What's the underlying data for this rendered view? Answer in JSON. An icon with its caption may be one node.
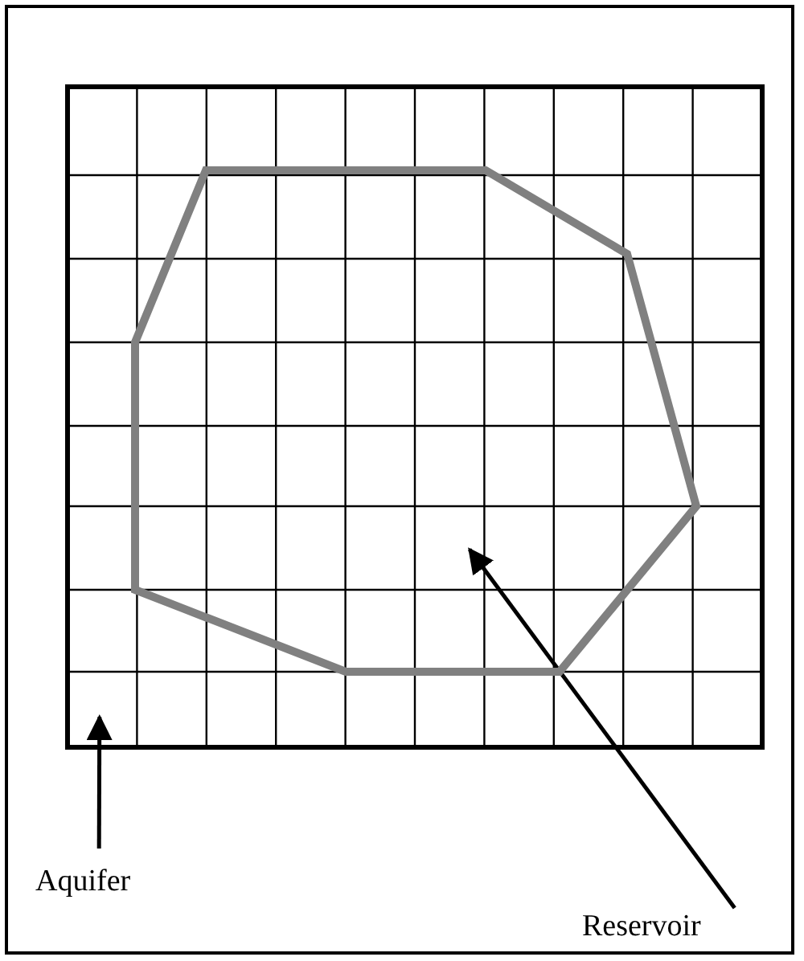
{
  "diagram": {
    "nodes": [
      {
        "text": [],
        "shape": "grid"
      },
      {
        "text": [],
        "shape": "polygon",
        "in": 0
      },
      {
        "text": [
          "Aquifer"
        ]
      },
      {
        "text": [
          "Reservoir"
        ]
      }
    ],
    "edges": [
      {
        "from": 2,
        "to": 0,
        "arrow": "to"
      },
      {
        "from": 3,
        "to": 1,
        "arrow": "to"
      }
    ]
  }
}
